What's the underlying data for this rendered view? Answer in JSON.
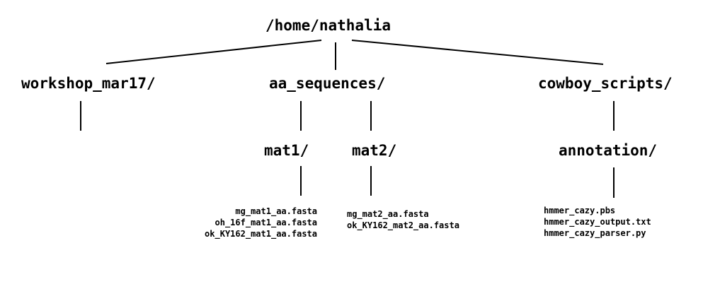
{
  "tree": {
    "root": "/home/nathalia",
    "dirs": {
      "workshop": "workshop_mar17/",
      "aa_sequences": "aa_sequences/",
      "cowboy_scripts": "cowboy_scripts/",
      "mat1": "mat1/",
      "mat2": "mat2/",
      "annotation": "annotation/"
    },
    "files": {
      "mat1": [
        "mg_mat1_aa.fasta",
        "oh_16f_mat1_aa.fasta",
        "ok_KY162_mat1_aa.fasta"
      ],
      "mat2": [
        "mg_mat2_aa.fasta",
        "ok_KY162_mat2_aa.fasta"
      ],
      "annotation": [
        "hmmer_cazy.pbs",
        "hmmer_cazy_output.txt",
        "hmmer_cazy_parser.py"
      ]
    }
  },
  "colors": {
    "line": "#000000",
    "text": "#000000",
    "background": "#ffffff"
  }
}
